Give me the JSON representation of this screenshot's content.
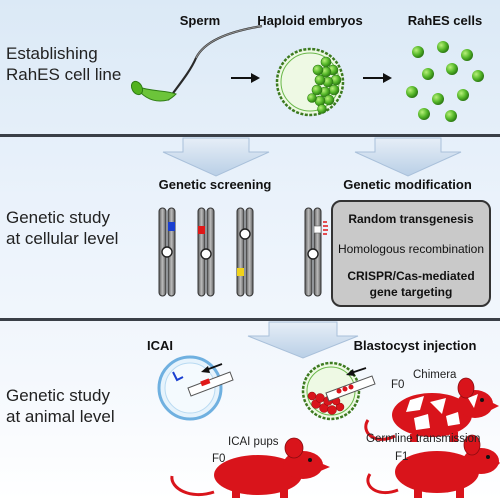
{
  "sections": {
    "establishing": {
      "line1": "Establishing",
      "line2": "RahES cell line"
    },
    "cellular": {
      "line1": "Genetic study",
      "line2": "at cellular level"
    },
    "animal": {
      "line1": "Genetic study",
      "line2": "at animal level"
    }
  },
  "stage_labels": {
    "sperm": "Sperm",
    "haploid_embryos": "Haploid embryos",
    "rahes_cells": "RahES cells"
  },
  "cellular_headers": {
    "screening": "Genetic screening",
    "modification": "Genetic modification"
  },
  "modification_methods": {
    "random": "Random transgenesis",
    "homologous": "Homologous recombination",
    "crispr_line1": "CRISPR/Cas-mediated",
    "crispr_line2": "gene targeting"
  },
  "animal_headers": {
    "icai": "ICAI",
    "blastocyst": "Blastocyst injection"
  },
  "animal_labels": {
    "icai_pups": "ICAI pups",
    "f0_left": "F0",
    "chimera": "Chimera",
    "f0_right": "F0",
    "germline": "Germline transmission",
    "f1": "F1"
  },
  "colors": {
    "cell_green": "#5cbf2a",
    "mouse_red": "#d9141b",
    "divider": "#3a3f47",
    "arrow_fill": "#d6e6f5"
  }
}
